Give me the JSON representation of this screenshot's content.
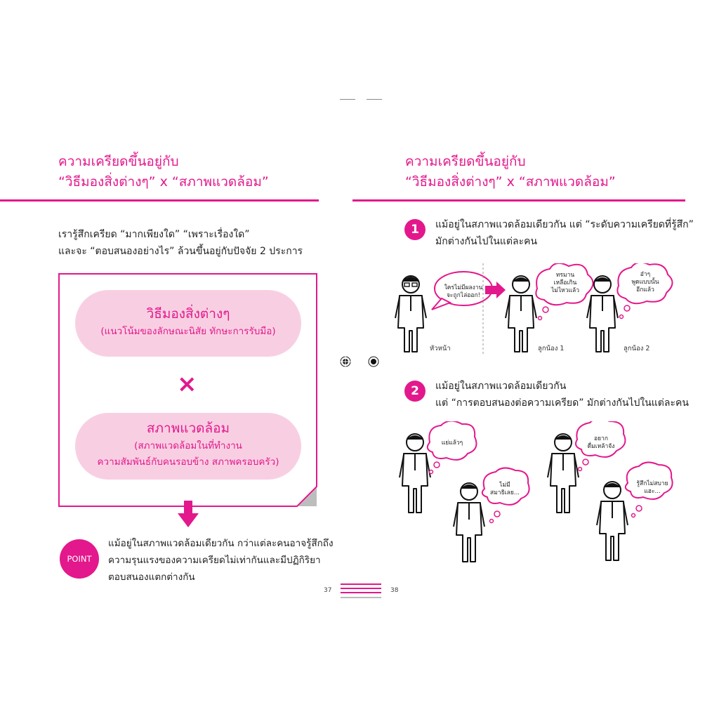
{
  "left_page": {
    "title_line1": "ความเครียดขึ้นอยู่กับ",
    "title_line2": "“วิธีมองสิ่งต่างๆ” x “สภาพแวดล้อม”",
    "intro_line1": "เรารู้สึกเครียด “มากเพียงใด” “เพราะเรื่องใด”",
    "intro_line2": "และจะ “ตอบสนองอย่างไร” ล้วนขึ้นอยู่กับปัจจัย 2 ประการ",
    "box1_title": "วิธีมองสิ่งต่างๆ",
    "box1_sub": "(แนวโน้มของลักษณะนิสัย ทักษะการรับมือ)",
    "times": "×",
    "box2_title": "สภาพแวดล้อม",
    "box2_sub1": "(สภาพแวดล้อมในที่ทำงาน",
    "box2_sub2": "ความสัมพันธ์กับคนรอบข้าง สภาพครอบครัว)",
    "point_label": "POINT",
    "point_line1": "แม้อยู่ในสภาพแวดล้อมเดียวกัน กว่าแต่ละคนอาจรู้สึกถึง",
    "point_line2": "ความรุนแรงของความเครียดไม่เท่ากันและมีปฏิกิริยา",
    "point_line3": "ตอบสนองแตกต่างกัน",
    "page_number": "37"
  },
  "right_page": {
    "title_line1": "ความเครียดขึ้นอยู่กับ",
    "title_line2": "“วิธีมองสิ่งต่างๆ” x “สภาพแวดล้อม”",
    "item1_number": "1",
    "item1_line1": "แม้อยู่ในสภาพแวดล้อมเดียวกัน แต่ “ระดับความเครียดที่รู้สึก”",
    "item1_line2": "มักต่างกันไปในแต่ละคน",
    "item2_number": "2",
    "item2_line1": "แม้อยู่ในสภาพแวดล้อมเดียวกัน",
    "item2_line2": "แต่ “การตอบสนองต่อความเครียด” มักต่างกันไปในแต่ละคน",
    "page_number": "38",
    "scene1": {
      "boss_speech_1": "ใครไม่มีผลงาน",
      "boss_speech_2": "จะถูกไล่ออก!",
      "boss_caption": "หัวหน้า",
      "sub1_thought_1": "ทรมาน",
      "sub1_thought_2": "เหลือเกิน",
      "sub1_thought_3": "ไม่ไหวแล้ว",
      "sub1_caption": "ลูกน้อง 1",
      "sub2_thought_1": "อ๋าๆ",
      "sub2_thought_2": "พูดแบบนั้น",
      "sub2_thought_3": "อีกแล้ว",
      "sub2_caption": "ลูกน้อง 2"
    },
    "scene2": {
      "a_thought": "แย่แล้วๆ",
      "b_thought_1": "ไม่มี",
      "b_thought_2": "สมาธิเลย...",
      "c_thought_1": "อยาก",
      "c_thought_2": "ดื่มเหล้าจัง",
      "d_thought_1": "รู้สึกไม่สบาย",
      "d_thought_2": "แฮะ..."
    }
  },
  "colors": {
    "accent": "#e3188c",
    "pill": "#f8cfe2"
  }
}
